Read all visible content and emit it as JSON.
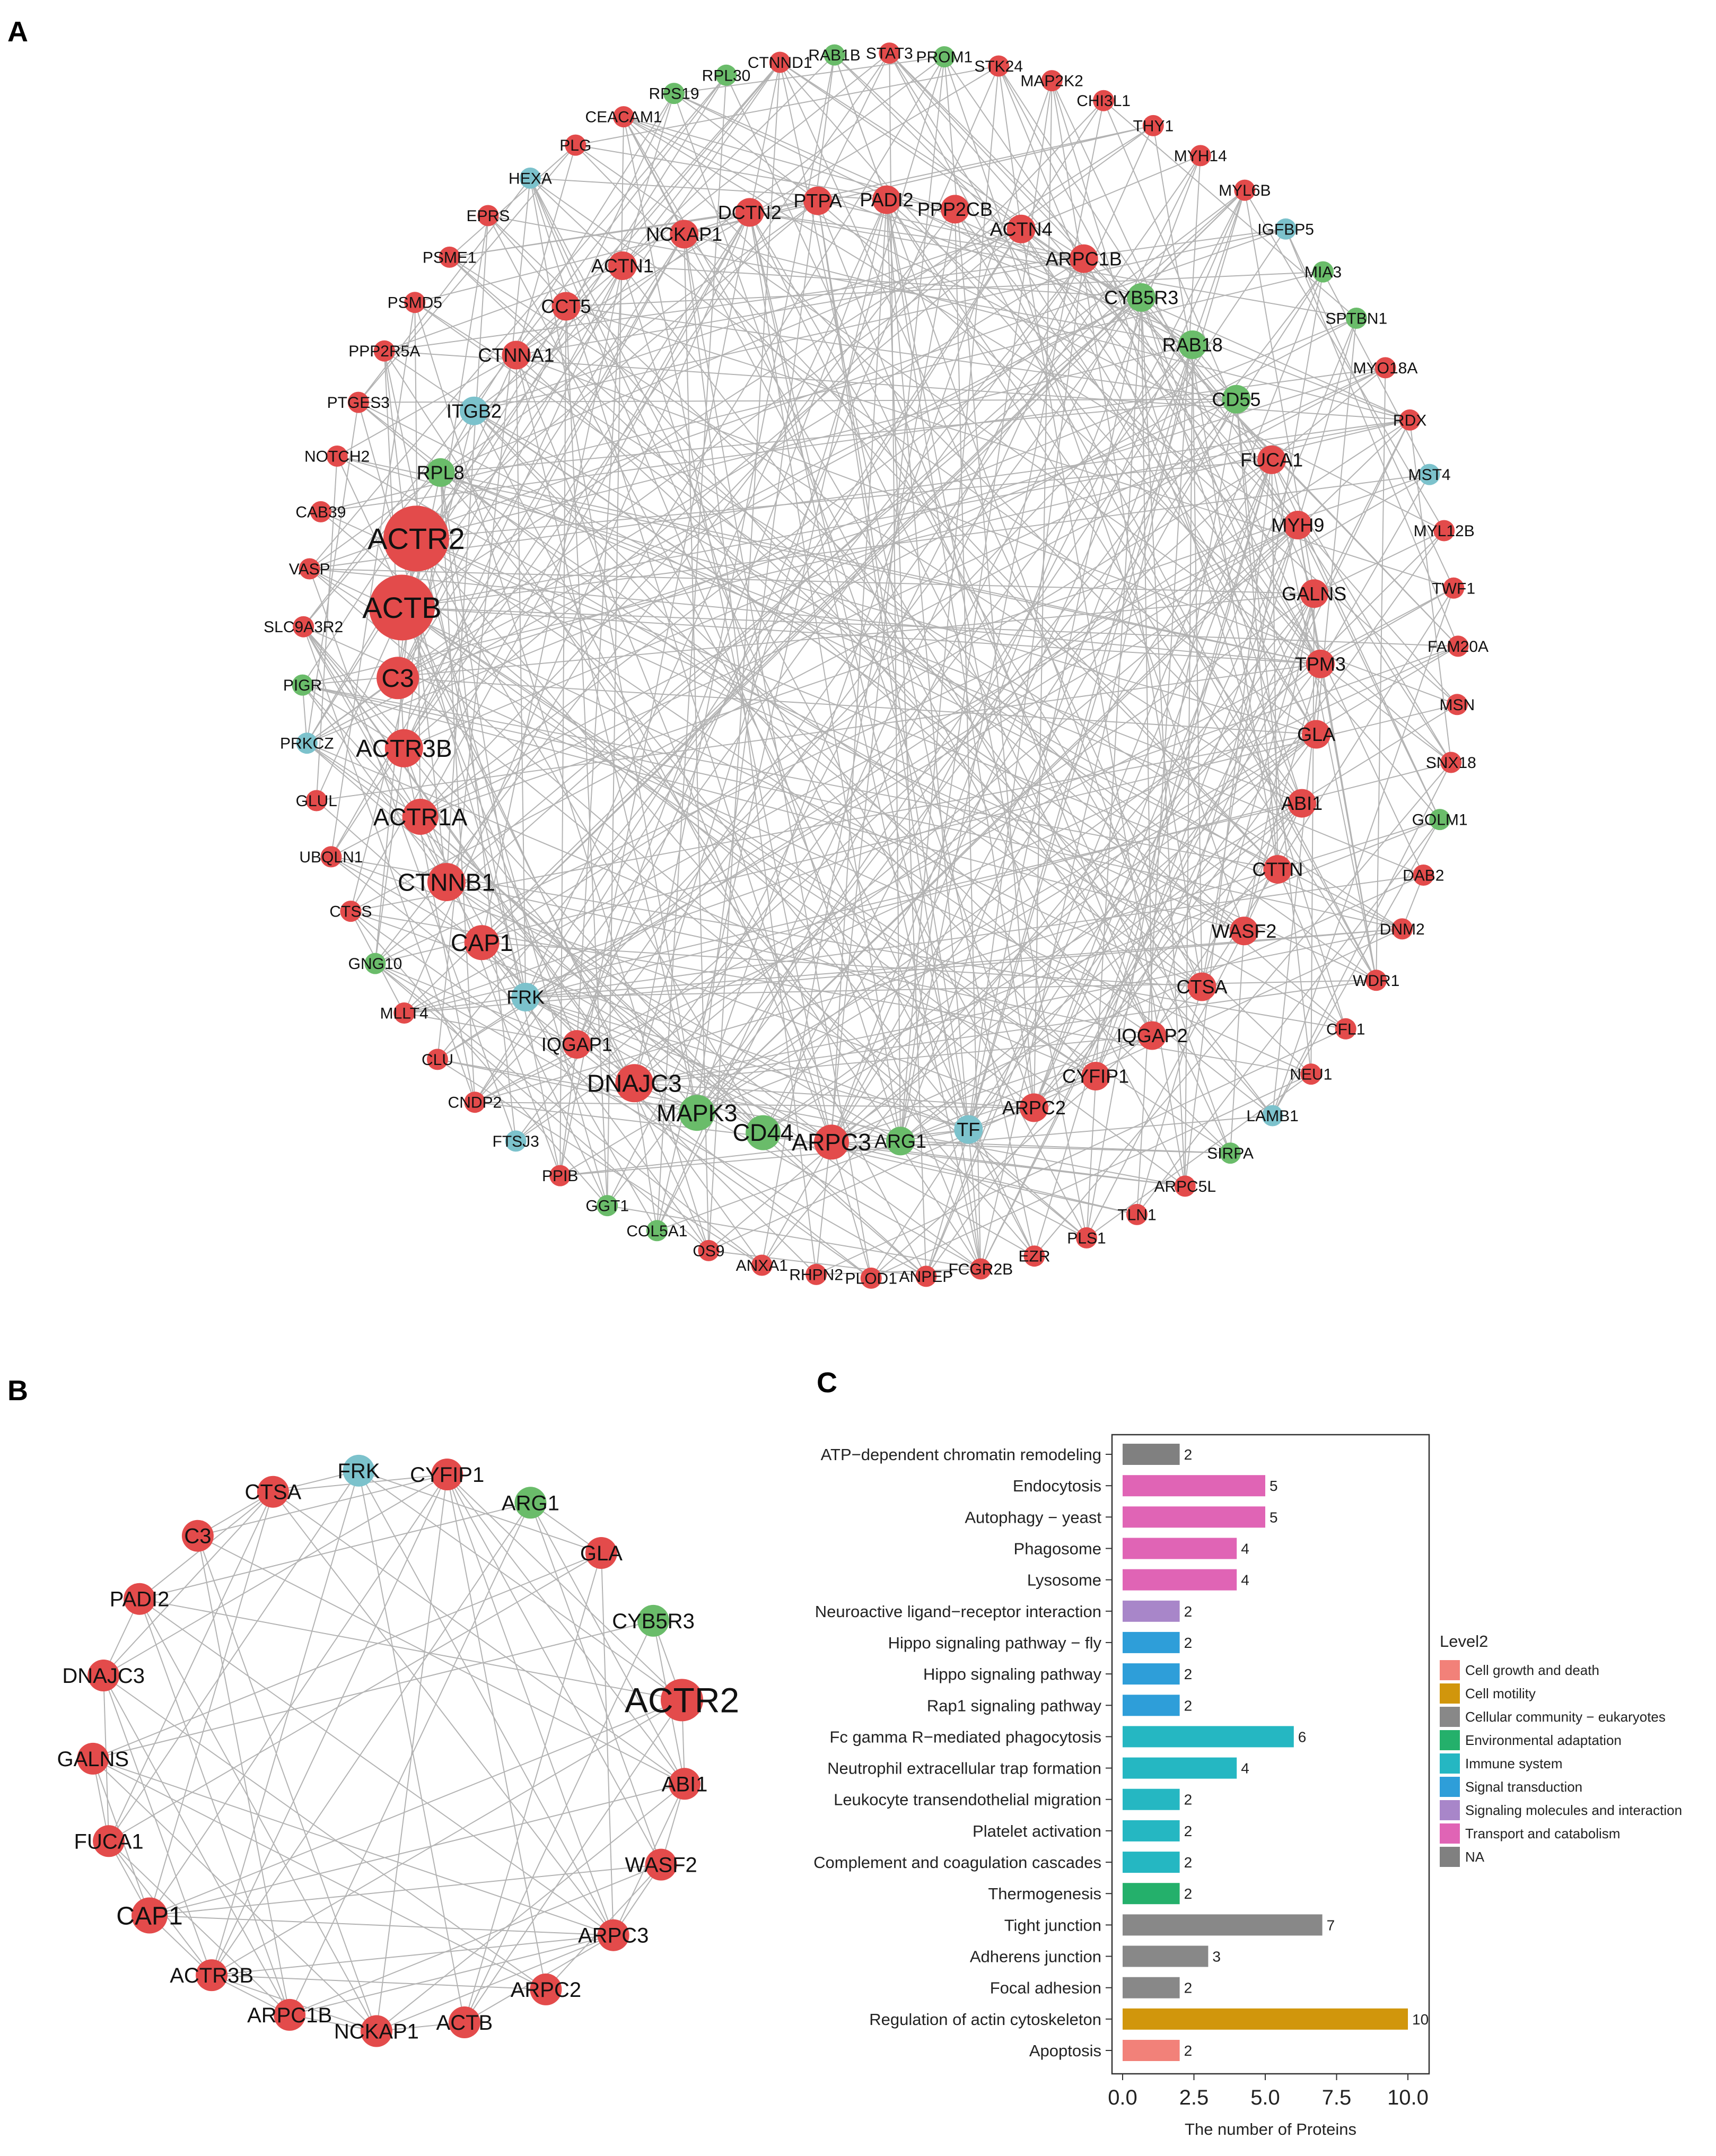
{
  "panels": {
    "a": "A",
    "b": "B",
    "c": "C"
  },
  "colors": {
    "Cell growth and death": "#f28179",
    "Cell motility": "#d1960c",
    "Cellular community - eukaryotes": "#7cae2a",
    "Environmental adaptation": "#24b06b",
    "Immune system": "#25b7c2",
    "Signal transduction": "#2e9ed9",
    "Signaling molecules and interaction": "#a886c9",
    "Transport and catabolism": "#e064b5",
    "NA": "#808080",
    "node_red": "#e34b4b",
    "node_green": "#6abc6a",
    "node_blue": "#7cc2cc",
    "edge": "#b3b3b3"
  },
  "networkA": {
    "nodes": [
      {
        "label": "CTNND1",
        "group": "red"
      },
      {
        "label": "RAB1B",
        "group": "green"
      },
      {
        "label": "STAT3",
        "group": "red"
      },
      {
        "label": "PROM1",
        "group": "green"
      },
      {
        "label": "STK24",
        "group": "red"
      },
      {
        "label": "MAP2K2",
        "group": "red"
      },
      {
        "label": "CHI3L1",
        "group": "red"
      },
      {
        "label": "THY1",
        "group": "red"
      },
      {
        "label": "MYH14",
        "group": "red"
      },
      {
        "label": "MYL6B",
        "group": "red"
      },
      {
        "label": "IGFBP5",
        "group": "blue"
      },
      {
        "label": "MIA3",
        "group": "green"
      },
      {
        "label": "SPTBN1",
        "group": "green"
      },
      {
        "label": "MYO18A",
        "group": "red"
      },
      {
        "label": "RDX",
        "group": "red"
      },
      {
        "label": "MST4",
        "group": "blue"
      },
      {
        "label": "MYL12B",
        "group": "red"
      },
      {
        "label": "TWF1",
        "group": "red"
      },
      {
        "label": "FAM20A",
        "group": "red"
      },
      {
        "label": "MSN",
        "group": "red"
      },
      {
        "label": "SNX18",
        "group": "red"
      },
      {
        "label": "GOLM1",
        "group": "green"
      },
      {
        "label": "DAB2",
        "group": "red"
      },
      {
        "label": "DNM2",
        "group": "red"
      },
      {
        "label": "WDR1",
        "group": "red"
      },
      {
        "label": "CFL1",
        "group": "red"
      },
      {
        "label": "NEU1",
        "group": "red"
      },
      {
        "label": "LAMB1",
        "group": "blue"
      },
      {
        "label": "SIRPA",
        "group": "green"
      },
      {
        "label": "ARPC5L",
        "group": "red"
      },
      {
        "label": "TLN1",
        "group": "red"
      },
      {
        "label": "PLS1",
        "group": "red"
      },
      {
        "label": "EZR",
        "group": "red"
      },
      {
        "label": "FCGR2B",
        "group": "red"
      },
      {
        "label": "ANPEP",
        "group": "red"
      },
      {
        "label": "PLOD1",
        "group": "red"
      },
      {
        "label": "RHPN2",
        "group": "red"
      },
      {
        "label": "ANXA1",
        "group": "red"
      },
      {
        "label": "OS9",
        "group": "red"
      },
      {
        "label": "COL5A1",
        "group": "green"
      },
      {
        "label": "GGT1",
        "group": "green"
      },
      {
        "label": "PPIB",
        "group": "red"
      },
      {
        "label": "FTSJ3",
        "group": "blue"
      },
      {
        "label": "CNDP2",
        "group": "red"
      },
      {
        "label": "CLU",
        "group": "red"
      },
      {
        "label": "MLLT4",
        "group": "red"
      },
      {
        "label": "GNG10",
        "group": "green"
      },
      {
        "label": "CTSS",
        "group": "red"
      },
      {
        "label": "UBQLN1",
        "group": "red"
      },
      {
        "label": "GLUL",
        "group": "red"
      },
      {
        "label": "PRKCZ",
        "group": "blue"
      },
      {
        "label": "PIGR",
        "group": "green"
      },
      {
        "label": "SLC9A3R2",
        "group": "red"
      },
      {
        "label": "VASP",
        "group": "red"
      },
      {
        "label": "CAB39",
        "group": "red"
      },
      {
        "label": "NOTCH2",
        "group": "red"
      },
      {
        "label": "PTGES3",
        "group": "red"
      },
      {
        "label": "PPP2R5A",
        "group": "red"
      },
      {
        "label": "PSMD5",
        "group": "red"
      },
      {
        "label": "PSME1",
        "group": "red"
      },
      {
        "label": "EPRS",
        "group": "red"
      },
      {
        "label": "HEXA",
        "group": "blue"
      },
      {
        "label": "PLG",
        "group": "red"
      },
      {
        "label": "CEACAM1",
        "group": "red"
      },
      {
        "label": "RPS19",
        "group": "green"
      },
      {
        "label": "RPL30",
        "group": "green"
      },
      {
        "label": "PPP2CB",
        "group": "red"
      },
      {
        "label": "ACTN4",
        "group": "red"
      },
      {
        "label": "ARPC1B",
        "group": "red"
      },
      {
        "label": "CYB5R3",
        "group": "green"
      },
      {
        "label": "RAB18",
        "group": "green"
      },
      {
        "label": "CD55",
        "group": "green"
      },
      {
        "label": "FUCA1",
        "group": "red"
      },
      {
        "label": "MYH9",
        "group": "red"
      },
      {
        "label": "GALNS",
        "group": "red"
      },
      {
        "label": "TPM3",
        "group": "red"
      },
      {
        "label": "GLA",
        "group": "red"
      },
      {
        "label": "ABI1",
        "group": "red"
      },
      {
        "label": "CTTN",
        "group": "red"
      },
      {
        "label": "WASF2",
        "group": "red"
      },
      {
        "label": "CTSA",
        "group": "red"
      },
      {
        "label": "IQGAP2",
        "group": "red"
      },
      {
        "label": "CYFIP1",
        "group": "red"
      },
      {
        "label": "ARPC2",
        "group": "red"
      },
      {
        "label": "TF",
        "group": "blue"
      },
      {
        "label": "ARG1",
        "group": "green"
      },
      {
        "label": "ARPC3",
        "group": "red"
      },
      {
        "label": "CD44",
        "group": "green"
      },
      {
        "label": "MAPK3",
        "group": "green"
      },
      {
        "label": "DNAJC3",
        "group": "red"
      },
      {
        "label": "IQGAP1",
        "group": "red"
      },
      {
        "label": "FRK",
        "group": "blue"
      },
      {
        "label": "CAP1",
        "group": "red"
      },
      {
        "label": "CTNNB1",
        "group": "red"
      },
      {
        "label": "ACTR1A",
        "group": "red"
      },
      {
        "label": "ACTR3B",
        "group": "red"
      },
      {
        "label": "C3",
        "group": "red"
      },
      {
        "label": "ACTB",
        "group": "red"
      },
      {
        "label": "ACTR2",
        "group": "red"
      },
      {
        "label": "RPL8",
        "group": "green"
      },
      {
        "label": "ITGB2",
        "group": "blue"
      },
      {
        "label": "CTNNA1",
        "group": "red"
      },
      {
        "label": "CCT5",
        "group": "red"
      },
      {
        "label": "ACTN1",
        "group": "red"
      },
      {
        "label": "NCKAP1",
        "group": "red"
      },
      {
        "label": "DCTN2",
        "group": "red"
      },
      {
        "label": "PTPA",
        "group": "red"
      },
      {
        "label": "PADI2",
        "group": "red"
      }
    ]
  },
  "networkB": {
    "nodes": [
      {
        "label": "FRK",
        "group": "blue"
      },
      {
        "label": "CYFIP1",
        "group": "red"
      },
      {
        "label": "ARG1",
        "group": "green"
      },
      {
        "label": "GLA",
        "group": "red"
      },
      {
        "label": "CYB5R3",
        "group": "green"
      },
      {
        "label": "ACTR2",
        "group": "red"
      },
      {
        "label": "ABI1",
        "group": "red"
      },
      {
        "label": "WASF2",
        "group": "red"
      },
      {
        "label": "ARPC3",
        "group": "red"
      },
      {
        "label": "ARPC2",
        "group": "red"
      },
      {
        "label": "ACTB",
        "group": "red"
      },
      {
        "label": "NCKAP1",
        "group": "red"
      },
      {
        "label": "ARPC1B",
        "group": "red"
      },
      {
        "label": "ACTR3B",
        "group": "red"
      },
      {
        "label": "CAP1",
        "group": "red"
      },
      {
        "label": "FUCA1",
        "group": "red"
      },
      {
        "label": "GALNS",
        "group": "red"
      },
      {
        "label": "DNAJC3",
        "group": "red"
      },
      {
        "label": "PADI2",
        "group": "red"
      },
      {
        "label": "C3",
        "group": "red"
      },
      {
        "label": "CTSA",
        "group": "red"
      }
    ]
  },
  "chart_data": {
    "type": "bar",
    "orientation": "horizontal",
    "categories": [
      "ATP−dependent chromatin remodeling",
      "Endocytosis",
      "Autophagy − yeast",
      "Phagosome",
      "Lysosome",
      "Neuroactive ligand−receptor interaction",
      "Hippo signaling pathway − fly",
      "Hippo signaling pathway",
      "Rap1 signaling pathway",
      "Fc gamma R−mediated phagocytosis",
      "Neutrophil extracellular trap formation",
      "Leukocyte transendothelial migration",
      "Platelet activation",
      "Complement and coagulation cascades",
      "Thermogenesis",
      "Tight junction",
      "Adherens junction",
      "Focal adhesion",
      "Regulation of actin cytoskeleton",
      "Apoptosis"
    ],
    "values": [
      2,
      5,
      5,
      4,
      4,
      2,
      2,
      2,
      2,
      6,
      4,
      2,
      2,
      2,
      2,
      7,
      3,
      2,
      10,
      2
    ],
    "level2": [
      "NA",
      "Transport and catabolism",
      "Transport and catabolism",
      "Transport and catabolism",
      "Transport and catabolism",
      "Signaling molecules and interaction",
      "Signal transduction",
      "Signal transduction",
      "Signal transduction",
      "Immune system",
      "Immune system",
      "Immune system",
      "Immune system",
      "Immune system",
      "Environmental adaptation",
      "Cellular community − eukaryotes",
      "Cellular community − eukaryotes",
      "Cellular community − eukaryotes",
      "Cell motility",
      "Cell growth and death"
    ],
    "xlabel": "The number of Proteins",
    "xlim": [
      0,
      10.5
    ],
    "xticks": [
      "0.0",
      "2.5",
      "5.0",
      "7.5",
      "10.0"
    ],
    "legend": {
      "title": "Level2",
      "position": "right",
      "entries": [
        "Cell growth and death",
        "Cell motility",
        "Cellular community − eukaryotes",
        "Environmental adaptation",
        "Immune system",
        "Signal transduction",
        "Signaling molecules and interaction",
        "Transport and catabolism",
        "NA"
      ]
    }
  }
}
